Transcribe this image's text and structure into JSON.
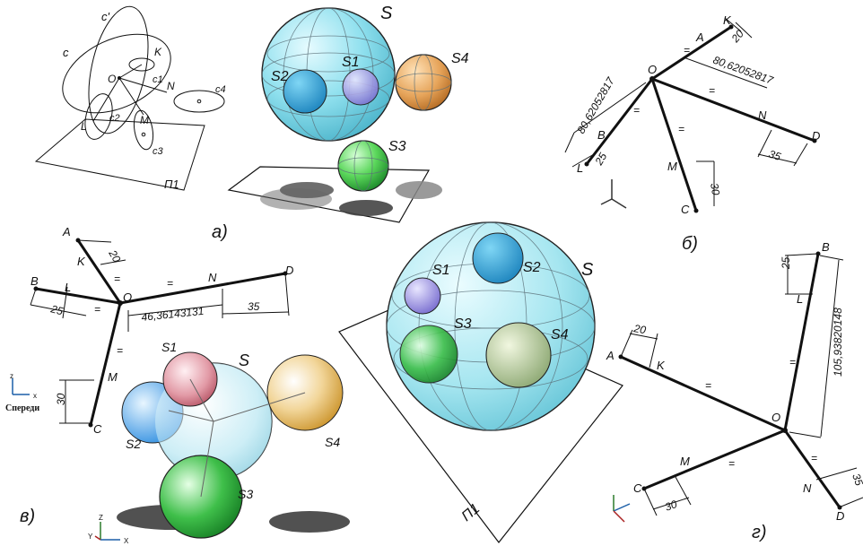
{
  "panel_a": {
    "caption": "а)",
    "sketch_labels": [
      "c'",
      "c",
      "K",
      "O",
      "c1",
      "N",
      "c4",
      "L",
      "c2",
      "M",
      "c3",
      "П1"
    ],
    "sphere_labels": [
      "S",
      "S1",
      "S2",
      "S4",
      "S3"
    ]
  },
  "panel_b": {
    "caption": "б)",
    "points": [
      "K",
      "A",
      "O",
      "N",
      "D",
      "B",
      "L",
      "M",
      "C"
    ],
    "dims": [
      "20",
      "80,62052817",
      "80,62052817",
      "25",
      "35",
      "30"
    ],
    "eq": "="
  },
  "panel_v": {
    "caption": "в)",
    "points": [
      "A",
      "K",
      "B",
      "L",
      "O",
      "N",
      "D",
      "M",
      "C"
    ],
    "dims": [
      "20",
      "25",
      "46,36143131",
      "35",
      "30"
    ],
    "eq": "=",
    "view_label": "Спереди",
    "axes": [
      "z",
      "x"
    ],
    "sphere_labels": [
      "S1",
      "S",
      "S2",
      "S4",
      "S3"
    ],
    "axes2": [
      "Z",
      "Y",
      "X"
    ]
  },
  "panel_center": {
    "labels": [
      "S1",
      "S2",
      "S",
      "S3",
      "S4",
      "П1"
    ]
  },
  "panel_g": {
    "caption": "г)",
    "points": [
      "B",
      "L",
      "A",
      "K",
      "O",
      "M",
      "C",
      "N",
      "D"
    ],
    "dims": [
      "25",
      "105,93820148",
      "20",
      "30",
      "35"
    ],
    "eq": "="
  }
}
